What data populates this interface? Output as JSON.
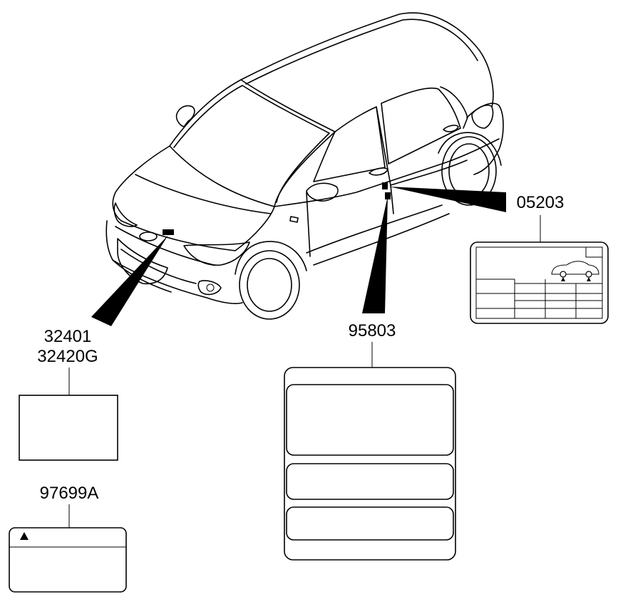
{
  "callouts": {
    "door_label": "05203",
    "hood_label_a": "32401",
    "hood_label_b": "32420G",
    "pillar_label": "95803",
    "caution_label": "97699A"
  }
}
